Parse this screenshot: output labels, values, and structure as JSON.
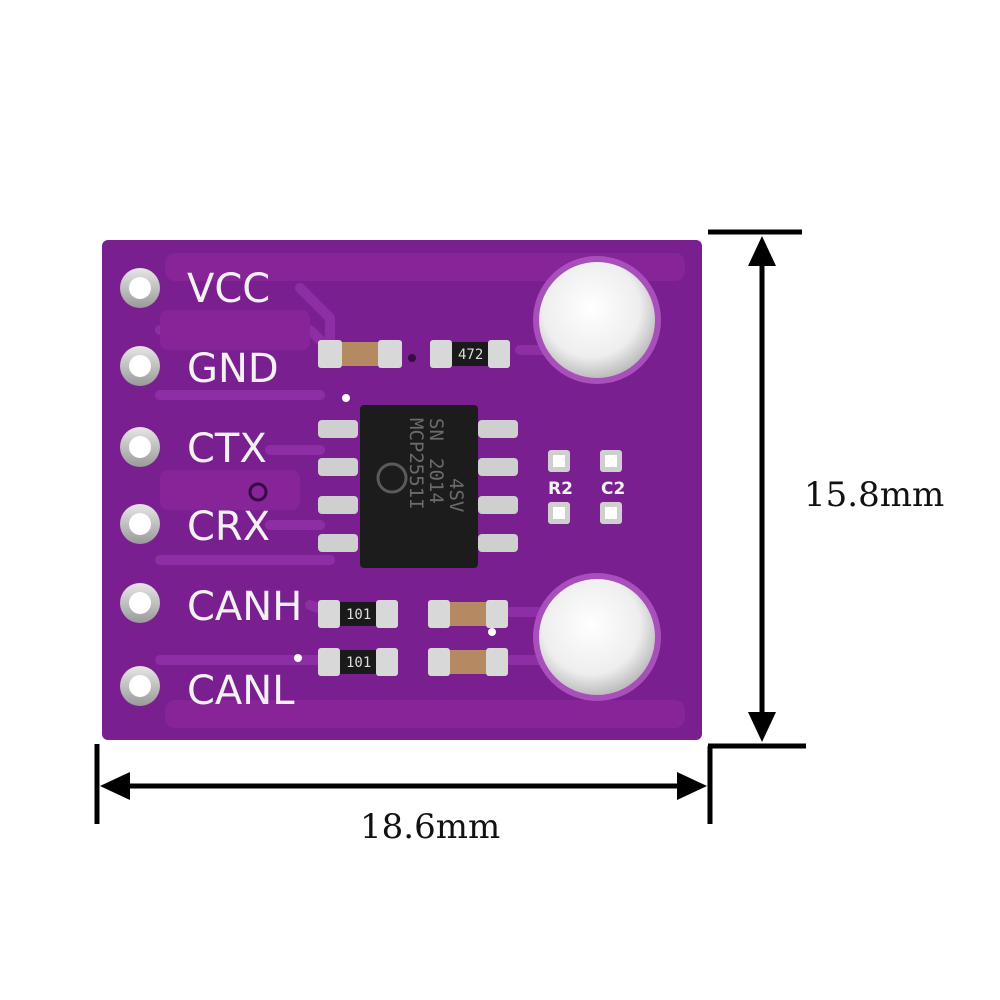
{
  "board": {
    "pins": [
      "VCC",
      "GND",
      "CTX",
      "CRX",
      "CANH",
      "CANL"
    ],
    "chip_lines": [
      "MCP2551I",
      "SN",
      "2014",
      "4SV"
    ],
    "resistor_codes": {
      "top": "472",
      "middle": "101",
      "bottom": "101"
    },
    "labels": {
      "r2": "R2",
      "c2": "C2"
    },
    "colors": {
      "pcb": "#7a1f8f",
      "pcb_dark": "#5e1670",
      "pad": "#c9c9c9"
    }
  },
  "dimensions": {
    "height_label": "15.8mm",
    "width_label": "18.6mm"
  }
}
